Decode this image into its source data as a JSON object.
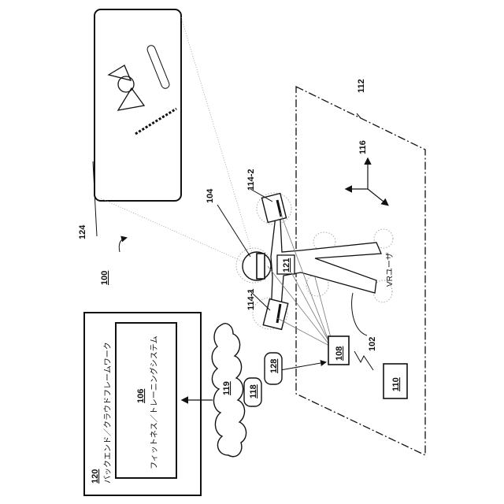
{
  "labels": {
    "fig_ref": "100",
    "user_ref": "102",
    "headset_ref": "104",
    "training_system_ref": "106",
    "training_system_name": "フィットネス／トレーニングシステム",
    "device_108": "108",
    "device_110": "110",
    "play_area_ref": "112",
    "controller_left_ref": "114-1",
    "controller_right_ref": "114-2",
    "axes_ref": "116",
    "link_118": "118",
    "network_ref": "119",
    "backend_ref": "120",
    "backend_name": "バックエンド／クラウドフレームワーク",
    "body_ref": "121",
    "display_ref": "124",
    "link_128": "128",
    "user_caption": "VRユーザ"
  }
}
